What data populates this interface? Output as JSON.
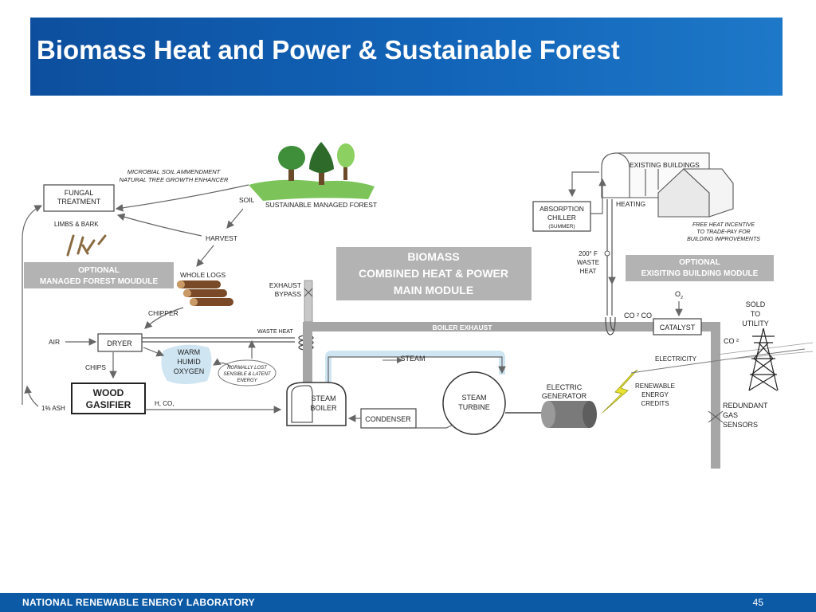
{
  "slide": {
    "title": "Biomass Heat and Power & Sustainable Forest",
    "footer_org": "NATIONAL RENEWABLE ENERGY LABORATORY",
    "page_number": "45"
  },
  "forest": {
    "microbial_line1": "MICROBIAL SOIL AMMENDMENT",
    "microbial_line2": "NATURAL TREE GROWTH ENHANCER",
    "fungal_line1": "FUNGAL",
    "fungal_line2": "TREATMENT",
    "soil": "SOIL",
    "sustainable_forest": "SUSTAINABLE MANAGED FOREST",
    "limbs_bark": "LIMBS & BARK",
    "harvest": "HARVEST",
    "whole_logs": "WHOLE LOGS",
    "optional_line1": "OPTIONAL",
    "optional_line2": "MANAGED FOREST MOUDULE",
    "chipper": "CHIPPER"
  },
  "main_module": {
    "line1": "BIOMASS",
    "line2": "COMBINED HEAT & POWER",
    "line3": "MAIN MODULE"
  },
  "gasification": {
    "air": "AIR",
    "dryer": "DRYER",
    "waste_heat": "WASTE HEAT",
    "warm_line1": "WARM",
    "warm_line2": "HUMID",
    "warm_line3": "OXYGEN",
    "lost_line1": "NORMALLY LOST",
    "lost_line2": "SENSIBLE & LATENT",
    "lost_line3": "ENERGY",
    "chips": "CHIPS",
    "gasifier_line1": "WOOD",
    "gasifier_line2": "GASIFIER",
    "ash": "1% ASH",
    "syngas": "H, CO,",
    "exhaust_line1": "EXHAUST",
    "exhaust_line2": "BYPASS"
  },
  "power": {
    "boiler_exhaust": "BOILER EXHAUST",
    "steam": "STEAM",
    "boiler_line1": "STEAM",
    "boiler_line2": "BOILER",
    "condenser": "CONDENSER",
    "turbine_line1": "STEAM",
    "turbine_line2": "TURBINE",
    "generator_line1": "ELECTRIC",
    "generator_line2": "GENERATOR",
    "rec_line1": "RENEWABLE",
    "rec_line2": "ENERGY",
    "rec_line3": "CREDITS",
    "electricity": "ELECTRICITY"
  },
  "buildings": {
    "existing": "EXISTING BUILDINGS",
    "chiller_line1": "ABSORPTION",
    "chiller_line2": "CHILLER",
    "chiller_line3": "(SUMMER)",
    "heating": "HEATING",
    "incentive_line1": "FREE HEAT INCENTIVE",
    "incentive_line2": "TO TRADE-PAY FOR",
    "incentive_line3": "BUILDING IMPROVEMENTS",
    "waste_line1": "200° F",
    "waste_line2": "WASTE",
    "waste_line3": "HEAT",
    "optional_line1": "OPTIONAL",
    "optional_line2": "EXISITING BUILDING MODULE"
  },
  "emissions": {
    "co2co": "CO ² CO",
    "o2": "O",
    "o2_sub": "2",
    "catalyst": "CATALYST",
    "co2": "CO ²",
    "sold_line1": "SOLD",
    "sold_line2": "TO",
    "sold_line3": "UTILITY",
    "sensors_line1": "REDUNDANT",
    "sensors_line2": "GAS",
    "sensors_line3": "SENSORS"
  },
  "colors": {
    "title_bar": "#1264b8",
    "module_grey": "#b3b3b3",
    "pipe_grey": "#a6a6a6",
    "log_brown": "#7a4a28",
    "tree_green": "#2e7d32",
    "grass_green": "#7cc45a",
    "lightning_yellow": "#e8e230",
    "steam_blue": "#cfe5f2"
  }
}
